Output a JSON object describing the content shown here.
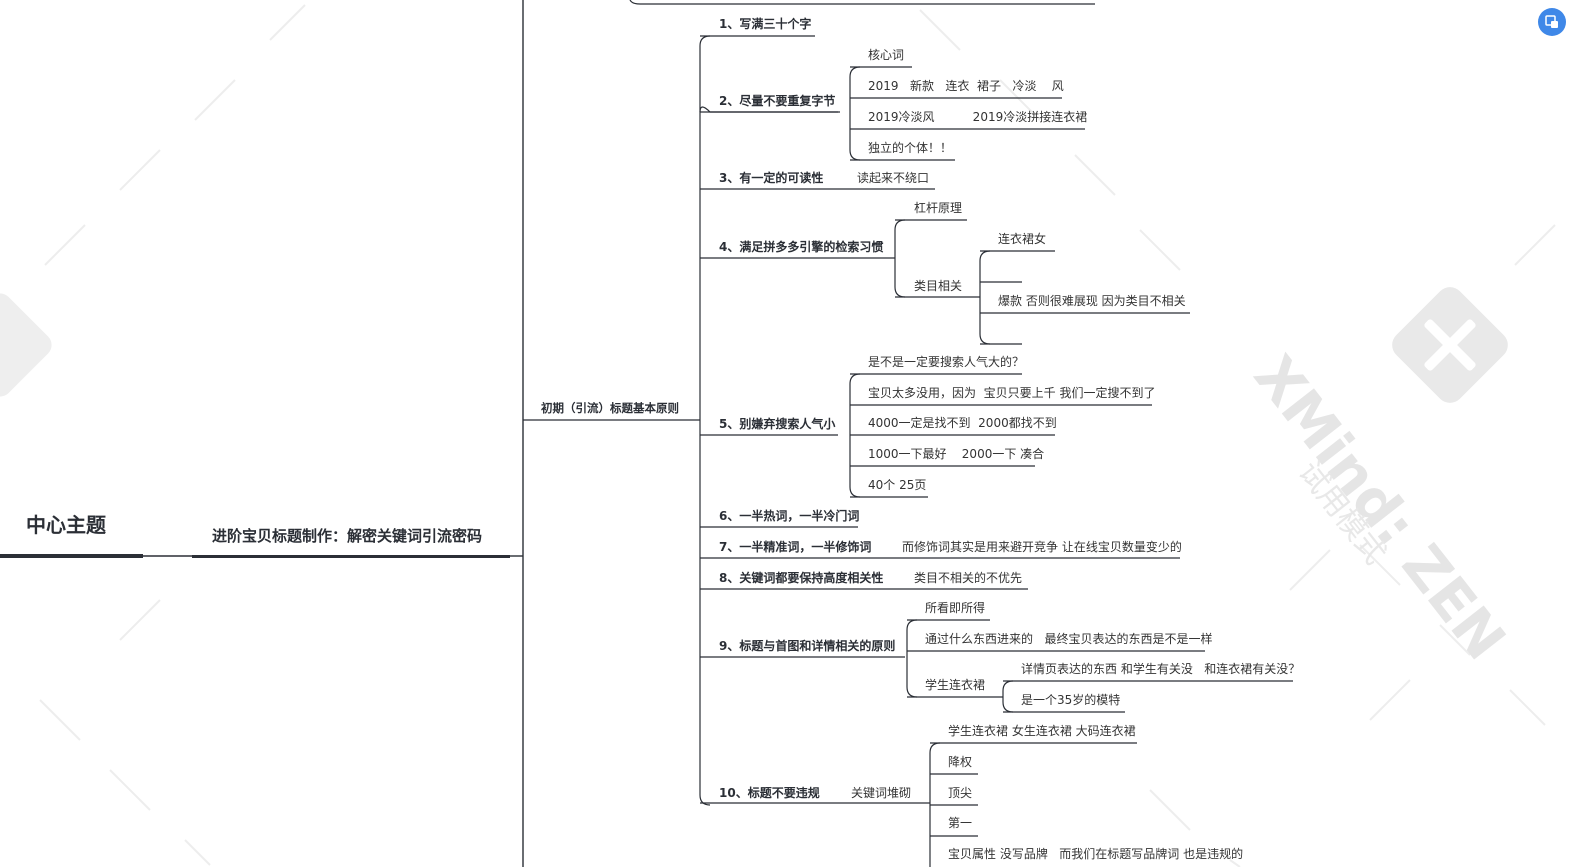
{
  "root": {
    "title": "中心主题"
  },
  "subtopic": {
    "title": "进阶宝贝标题制作：解密关键词引流密码"
  },
  "branch": {
    "title": "初期（引流）标题基本原则"
  },
  "rules": [
    "1、写满三十个字",
    "2、尽量不要重复字节",
    "3、有一定的可读性",
    "4、满足拼多多引擎的检索习惯",
    "5、别嫌弃搜索人气小",
    "6、一半热词，一半冷门词",
    "7、一半精准词，一半修饰词",
    "8、关键词都要保持高度相关性",
    "9、标题与首图和详情相关的原则",
    "10、标题不要违规"
  ],
  "rule2_children": [
    "核心词",
    "2019   新款   连衣  裙子   冷淡    风",
    "2019冷淡风          2019冷淡拼接连衣裙",
    "独立的个体！！"
  ],
  "rule3_child": "读起来不绕口",
  "rule4_children": {
    "lever": "杠杆原理",
    "category": "类目相关",
    "category_children": [
      "连衣裙女",
      "",
      "爆款 否则很难展现  因为类目不相关",
      ""
    ]
  },
  "rule5_children": [
    "是不是一定要搜索人气大的？",
    "宝贝太多没用，因为  宝贝只要上千 我们一定搜不到了",
    "4000一定是找不到  2000都找不到",
    "1000一下最好    2000一下 凑合",
    "40个 25页"
  ],
  "rule7_child": "而修饰词其实是用来避开竞争 让在线宝贝数量变少的",
  "rule8_child": "类目不相关的不优先",
  "rule9_children": {
    "items": [
      "所看即所得",
      "通过什么东西进来的   最终宝贝表达的东西是不是一样"
    ],
    "student": "学生连衣裙",
    "student_children": [
      "详情页表达的东西 和学生有关没   和连衣裙有关没？",
      "是一个35岁的模特"
    ]
  },
  "rule10_children": {
    "stack": "关键词堆砌",
    "stack_children": [
      "学生连衣裙 女生连衣裙 大码连衣裙",
      "降权",
      "顶尖",
      "第一",
      "宝贝属性 没写品牌   而我们在标题写品牌词 也是违规的"
    ]
  },
  "watermark": {
    "brand": "XMind: ZEN",
    "mode": "试用模式"
  },
  "colors": {
    "line": "#2b2f36",
    "text": "#333333",
    "accent": "#3f88e8",
    "watermark": "#e5e5e5"
  },
  "icons": {
    "app_button": "window-icon"
  }
}
